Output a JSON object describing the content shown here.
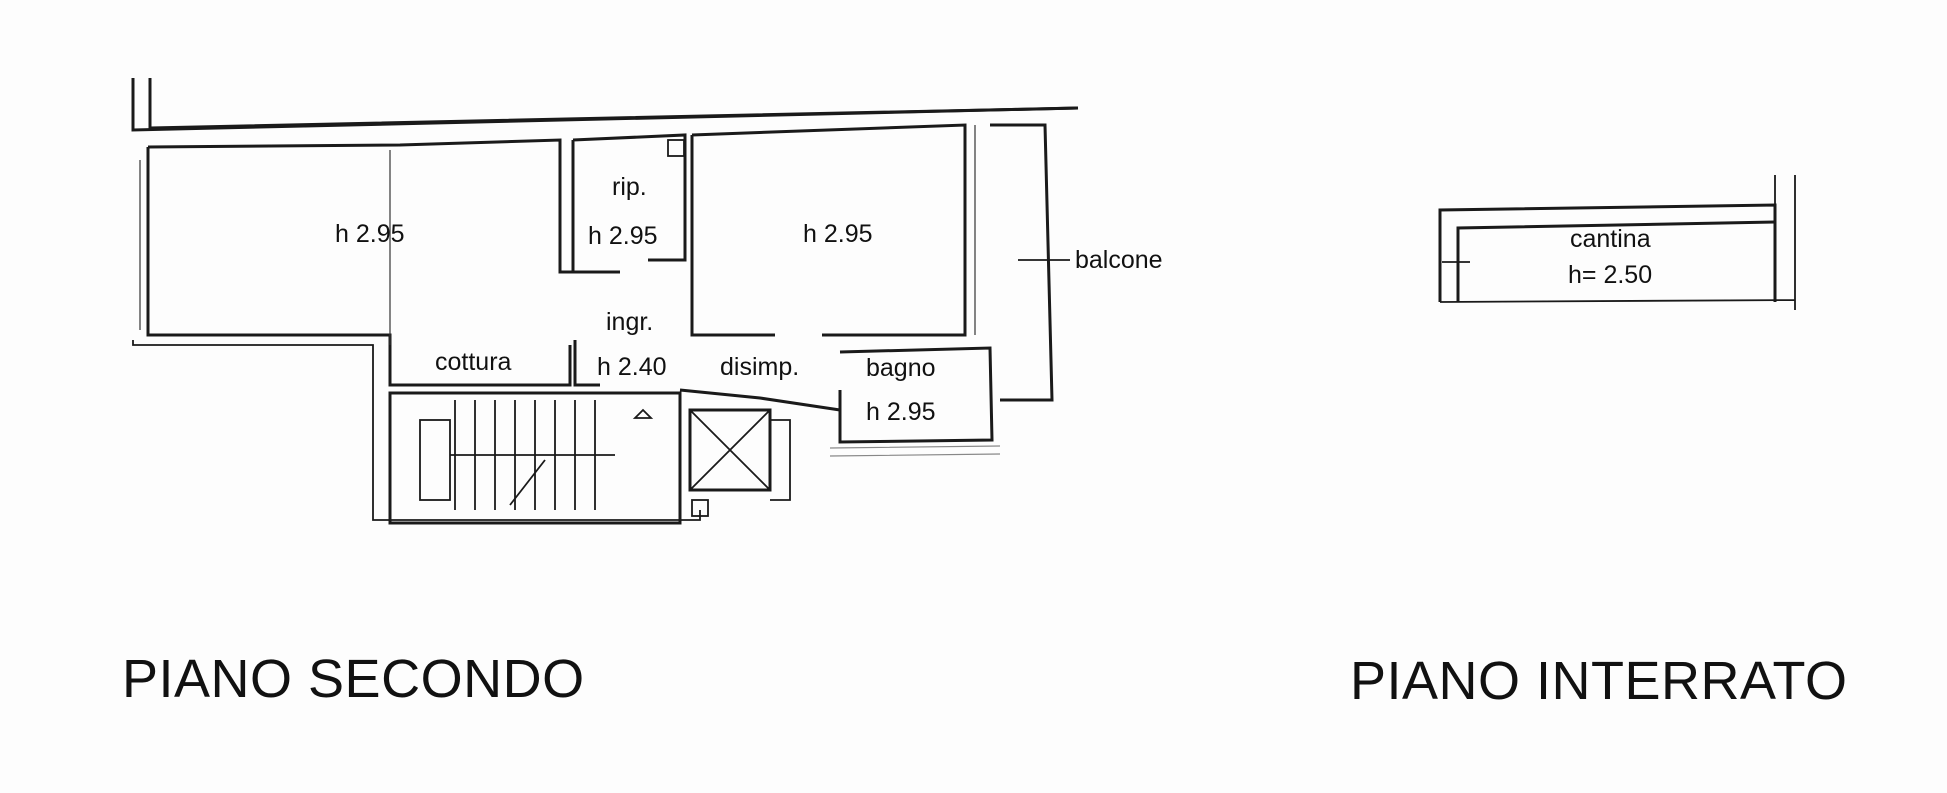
{
  "floors": [
    {
      "title": "PIANO SECONDO",
      "rooms": [
        {
          "name": "",
          "height": "h 2.95"
        },
        {
          "name": "rip.",
          "height": "h 2.95"
        },
        {
          "name": "",
          "height": "h 2.95"
        },
        {
          "name": "ingr.",
          "height": "h 2.40"
        },
        {
          "name": "cottura",
          "height": ""
        },
        {
          "name": "disimp.",
          "height": ""
        },
        {
          "name": "bagno",
          "height": "h 2.95"
        },
        {
          "name": "balcone",
          "height": ""
        }
      ]
    },
    {
      "title": "PIANO INTERRATO",
      "rooms": [
        {
          "name": "cantina",
          "height": "h= 2.50"
        }
      ]
    }
  ]
}
